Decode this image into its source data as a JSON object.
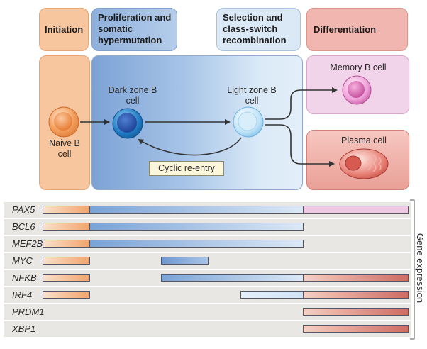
{
  "stages": {
    "initiation": "Initiation",
    "proliferation": "Proliferation and somatic hypermutation",
    "selection": "Selection and class-switch recombination",
    "differentiation": "Differentiation"
  },
  "cells": {
    "naive": "Naive B cell",
    "dark_zone": "Dark zone B cell",
    "light_zone": "Light zone B cell",
    "memory": "Memory B cell",
    "plasma": "Plasma cell"
  },
  "cyclic_label": "Cyclic re-entry",
  "gene_axis_label": "Gene expression",
  "genes": [
    "PAX5",
    "BCL6",
    "MEF2B",
    "MYC",
    "NFKB",
    "IRF4",
    "PRDM1",
    "XBP1"
  ],
  "colors": {
    "initiation": "#f7c9a2",
    "proliferation": "#8fb0dc",
    "selection": "#dbe8f6",
    "differentiation": "#f2b8b3",
    "memory": "#edc2e1",
    "plasma": "#e7a197"
  }
}
